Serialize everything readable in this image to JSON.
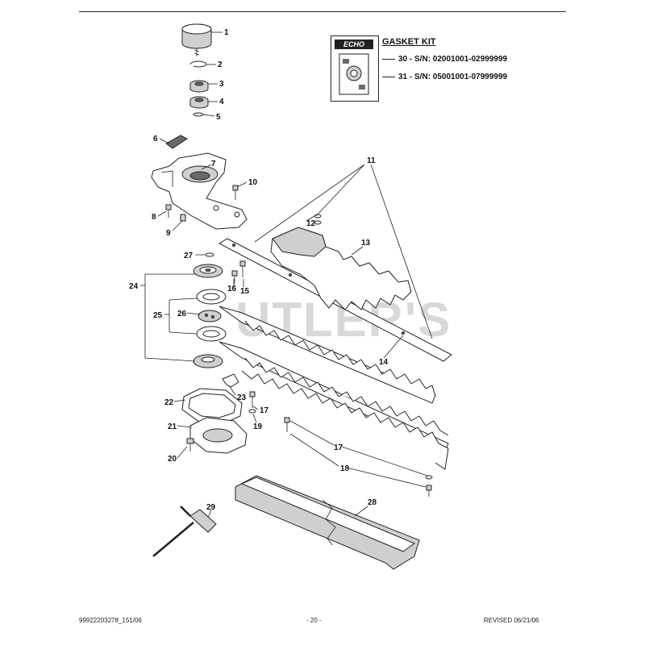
{
  "page": {
    "watermark": "UTLER'S",
    "footer_left": "99922203278_151/06",
    "footer_center": "- 20 -",
    "footer_right": "REVISED 06/21/06"
  },
  "gasket_kit": {
    "logo": "ECHO",
    "title": "GASKET KIT",
    "entries": [
      "30 - S/N: 02001001-02999999",
      "31 - S/N: 05001001-07999999"
    ]
  },
  "callouts": {
    "c1": "1",
    "c2": "2",
    "c3": "3",
    "c4": "4",
    "c5": "5",
    "c6": "6",
    "c7": "7",
    "c8": "8",
    "c9": "9",
    "c10": "10",
    "c11": "11",
    "c12": "12",
    "c13": "13",
    "c14": "14",
    "c15": "15",
    "c16": "16",
    "c17a": "17",
    "c17b": "17",
    "c18": "18",
    "c19": "19",
    "c20": "20",
    "c21": "21",
    "c22": "22",
    "c23": "23",
    "c24": "24",
    "c25": "25",
    "c26": "26",
    "c27": "27",
    "c28": "28",
    "c29": "29"
  }
}
